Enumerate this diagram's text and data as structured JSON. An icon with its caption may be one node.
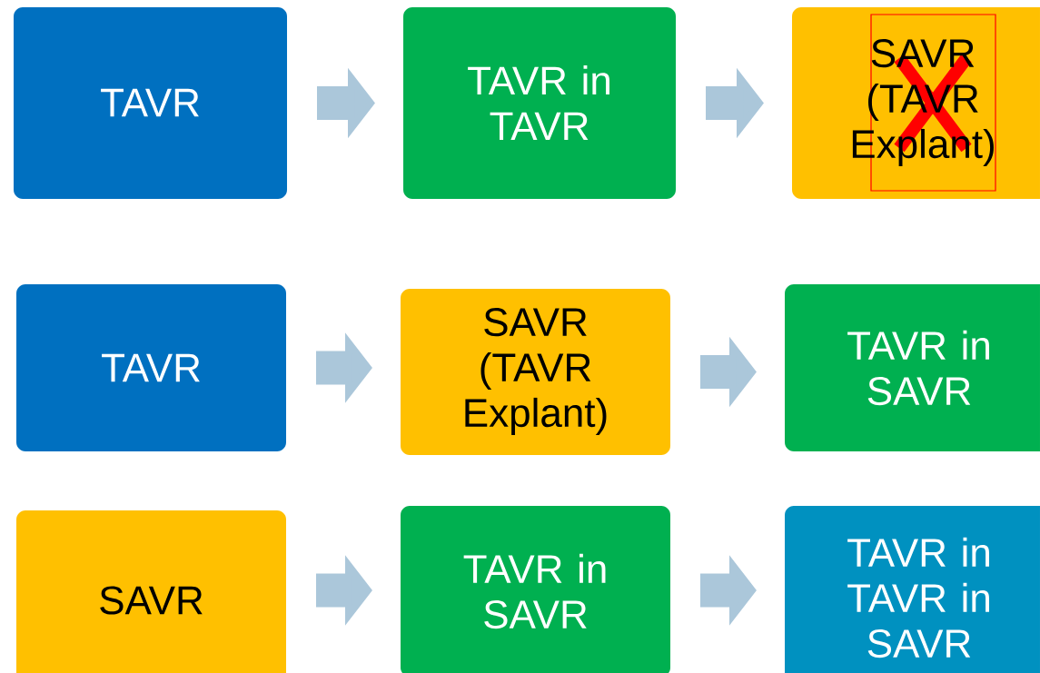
{
  "diagram": {
    "nodes": [
      {
        "text": [
          "TAVR"
        ]
      },
      {
        "text": [
          "TAVR in TAVR"
        ]
      },
      {
        "text": [
          "SAVR (TAVR Explant)"
        ]
      },
      {
        "text": [
          "TAVR"
        ]
      },
      {
        "text": [
          "SAVR (TAVR Explant)"
        ]
      },
      {
        "text": [
          "TAVR in SAVR"
        ]
      },
      {
        "text": [
          "SAVR"
        ]
      },
      {
        "text": [
          "TAVR in SAVR"
        ]
      },
      {
        "text": [
          "TAVR in TAVR in SAVR"
        ]
      }
    ],
    "edges": [
      {
        "from": 0,
        "to": 1,
        "arrow": "to"
      },
      {
        "from": 1,
        "to": 2,
        "arrow": "to"
      },
      {
        "from": 3,
        "to": 4,
        "arrow": "to"
      },
      {
        "from": 4,
        "to": 5,
        "arrow": "to"
      },
      {
        "from": 6,
        "to": 7,
        "arrow": "to"
      },
      {
        "from": 7,
        "to": 8,
        "arrow": "to"
      }
    ]
  }
}
